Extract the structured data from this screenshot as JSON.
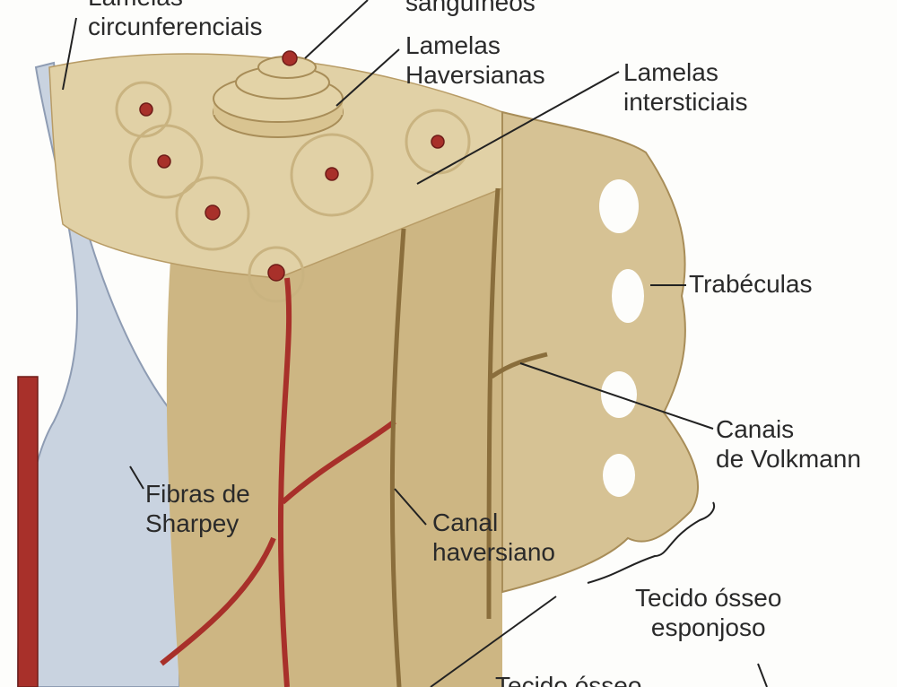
{
  "labels": {
    "lamelas_circ_line1": "Lamelas",
    "lamelas_circ_line2": "circunferenciais",
    "vasos_line2": "sanguíneos",
    "lamelas_hav_line1": "Lamelas",
    "lamelas_hav_line2": "Haversianas",
    "lamelas_int_line1": "Lamelas",
    "lamelas_int_line2": "intersticiais",
    "trabeculas": "Trabéculas",
    "canais_line1": "Canais",
    "canais_line2": "de Volkmann",
    "fibras_line1": "Fibras de",
    "fibras_line2": "Sharpey",
    "canal_line1": "Canal",
    "canal_line2": "haversiano",
    "esponjoso_line1": "Tecido ósseo",
    "esponjoso_line2": "esponjoso",
    "compacto_line1": "Tecido ósseo"
  },
  "colors": {
    "bone": "#d9c79a",
    "bone_dark": "#b89c66",
    "vessel": "#a8302a",
    "periosteum": "#c9d3e0"
  }
}
